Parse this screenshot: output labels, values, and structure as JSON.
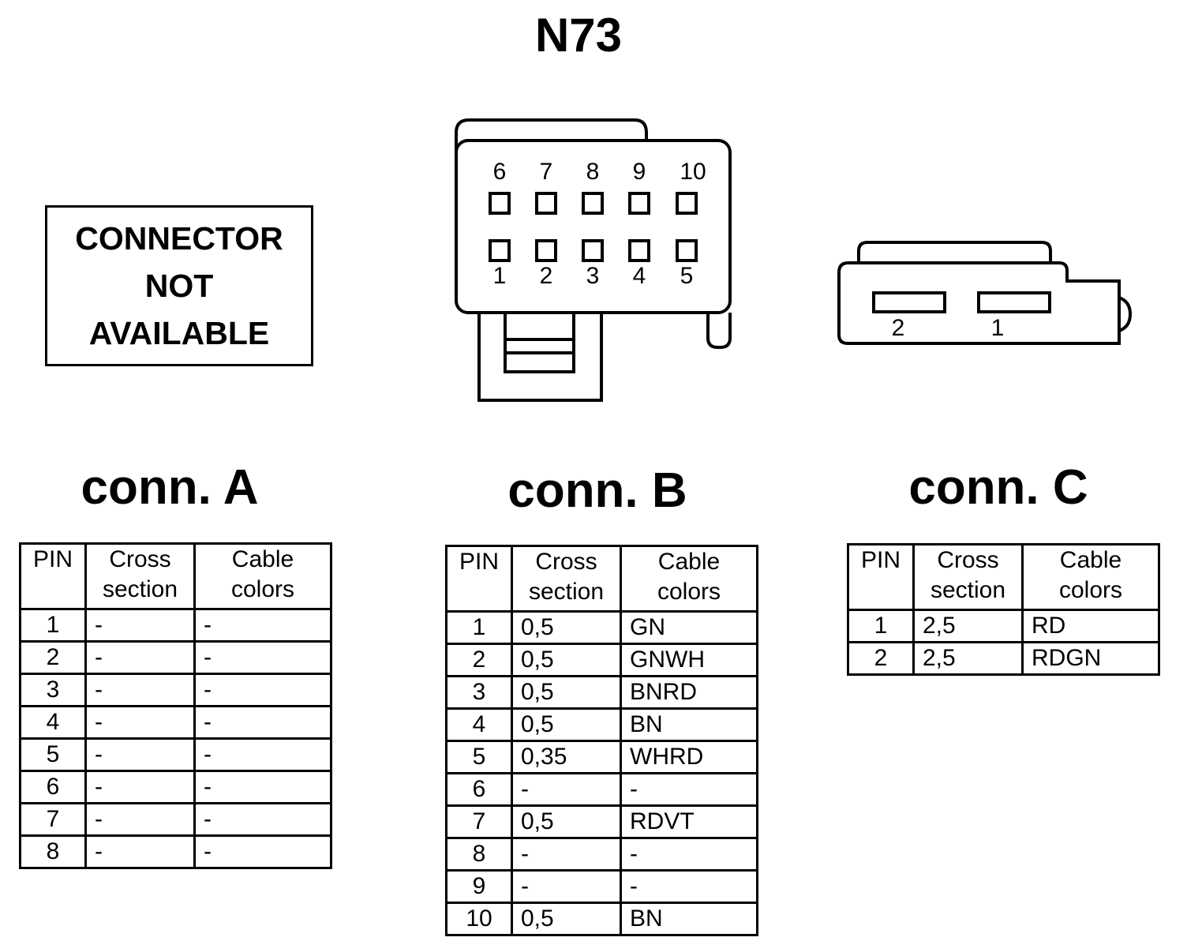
{
  "title": "N73",
  "not_available": [
    "CONNECTOR",
    "NOT",
    "AVAILABLE"
  ],
  "connector_b_drawing": {
    "top_pins": [
      "6",
      "7",
      "8",
      "9",
      "10"
    ],
    "bottom_pins": [
      "1",
      "2",
      "3",
      "4",
      "5"
    ]
  },
  "connector_c_drawing": {
    "pins": [
      "2",
      "1"
    ]
  },
  "headers": {
    "pin": "PIN",
    "cross_section": [
      "Cross",
      "section"
    ],
    "cable_colors": [
      "Cable",
      "colors"
    ]
  },
  "tables": [
    {
      "title": "conn. A",
      "rows": [
        {
          "pin": "1",
          "cross": "-",
          "color": "-"
        },
        {
          "pin": "2",
          "cross": "-",
          "color": "-"
        },
        {
          "pin": "3",
          "cross": "-",
          "color": "-"
        },
        {
          "pin": "4",
          "cross": "-",
          "color": "-"
        },
        {
          "pin": "5",
          "cross": "-",
          "color": "-"
        },
        {
          "pin": "6",
          "cross": "-",
          "color": "-"
        },
        {
          "pin": "7",
          "cross": "-",
          "color": "-"
        },
        {
          "pin": "8",
          "cross": "-",
          "color": "-"
        }
      ]
    },
    {
      "title": "conn. B",
      "rows": [
        {
          "pin": "1",
          "cross": "0,5",
          "color": "GN"
        },
        {
          "pin": "2",
          "cross": "0,5",
          "color": "GNWH"
        },
        {
          "pin": "3",
          "cross": "0,5",
          "color": "BNRD"
        },
        {
          "pin": "4",
          "cross": "0,5",
          "color": "BN"
        },
        {
          "pin": "5",
          "cross": "0,35",
          "color": "WHRD"
        },
        {
          "pin": "6",
          "cross": "-",
          "color": "-"
        },
        {
          "pin": "7",
          "cross": "0,5",
          "color": "RDVT"
        },
        {
          "pin": "8",
          "cross": "-",
          "color": "-"
        },
        {
          "pin": "9",
          "cross": "-",
          "color": "-"
        },
        {
          "pin": "10",
          "cross": "0,5",
          "color": "BN"
        }
      ]
    },
    {
      "title": "conn. C",
      "rows": [
        {
          "pin": "1",
          "cross": "2,5",
          "color": "RD"
        },
        {
          "pin": "2",
          "cross": "2,5",
          "color": "RDGN"
        }
      ]
    }
  ]
}
